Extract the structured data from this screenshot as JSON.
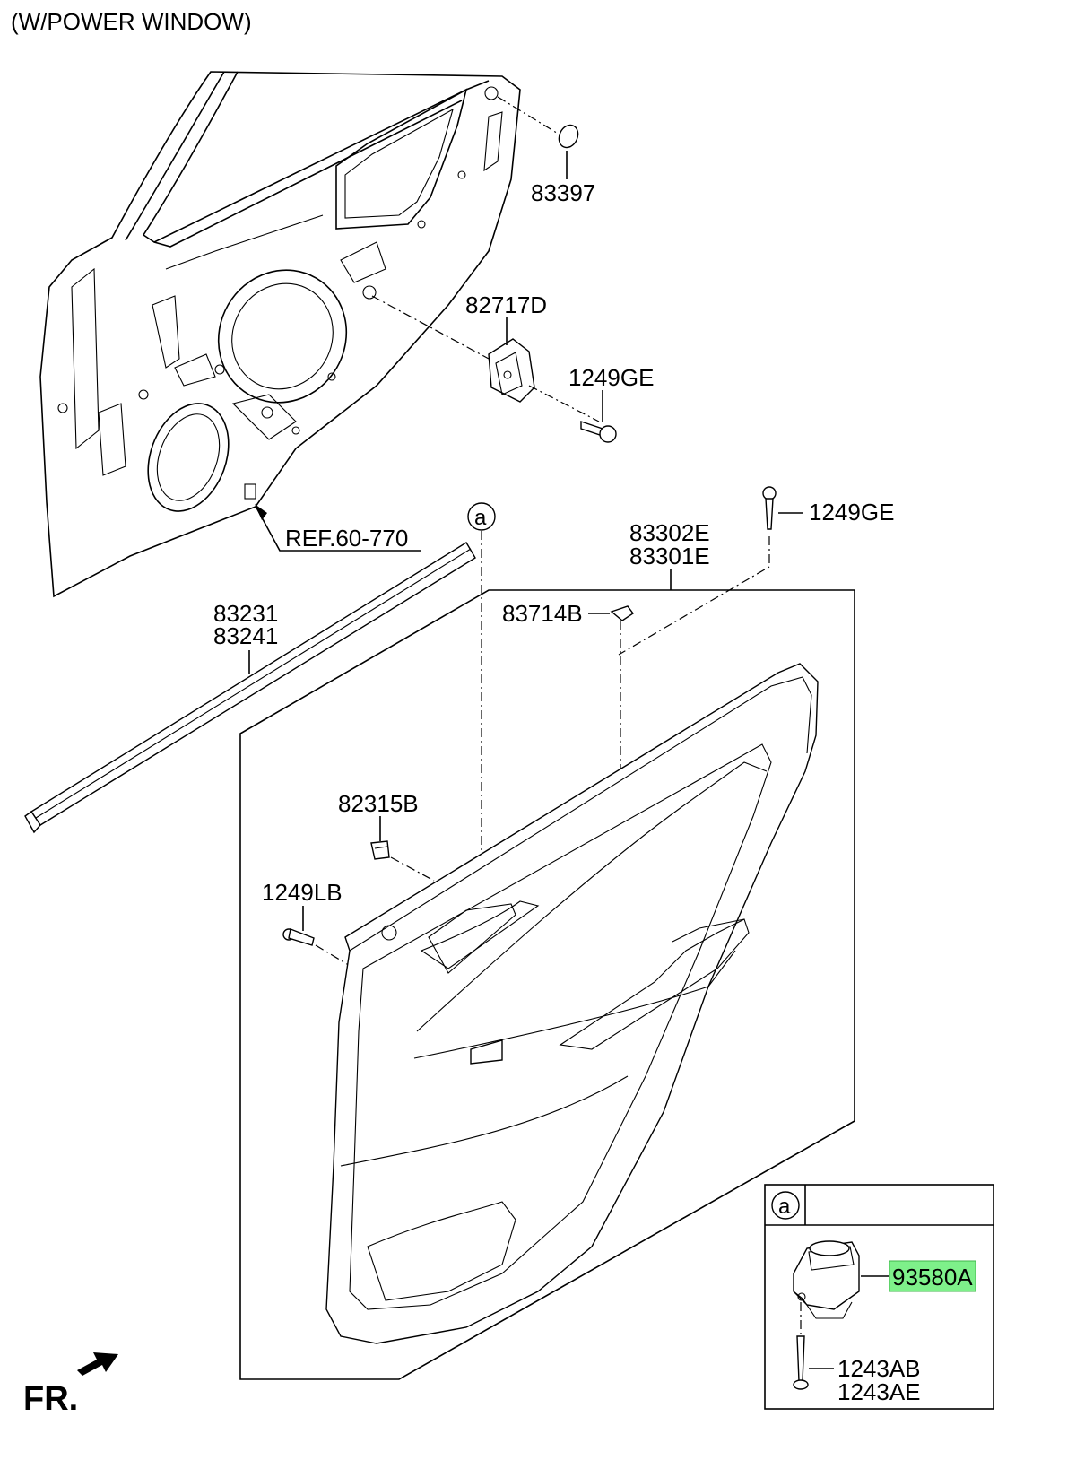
{
  "header": {
    "title": "(W/POWER WINDOW)"
  },
  "labels": {
    "p83397": "83397",
    "p82717d": "82717D",
    "p1249ge_bracket": "1249GE",
    "ref": "REF.60-770",
    "callout_a_main": "a",
    "p1249ge_panel": "1249GE",
    "p83302e": "83302E",
    "p83301e": "83301E",
    "p83231": "83231",
    "p83241": "83241",
    "p83714b": "83714B",
    "p82315b": "82315B",
    "p1249lb": "1249LB",
    "inset_a": "a",
    "p93580a": "93580A",
    "p1243ab": "1243AB",
    "p1243ae": "1243AE",
    "fr": "FR."
  },
  "colors": {
    "highlight": "#7ef08a",
    "line": "#000000",
    "background": "#ffffff"
  }
}
